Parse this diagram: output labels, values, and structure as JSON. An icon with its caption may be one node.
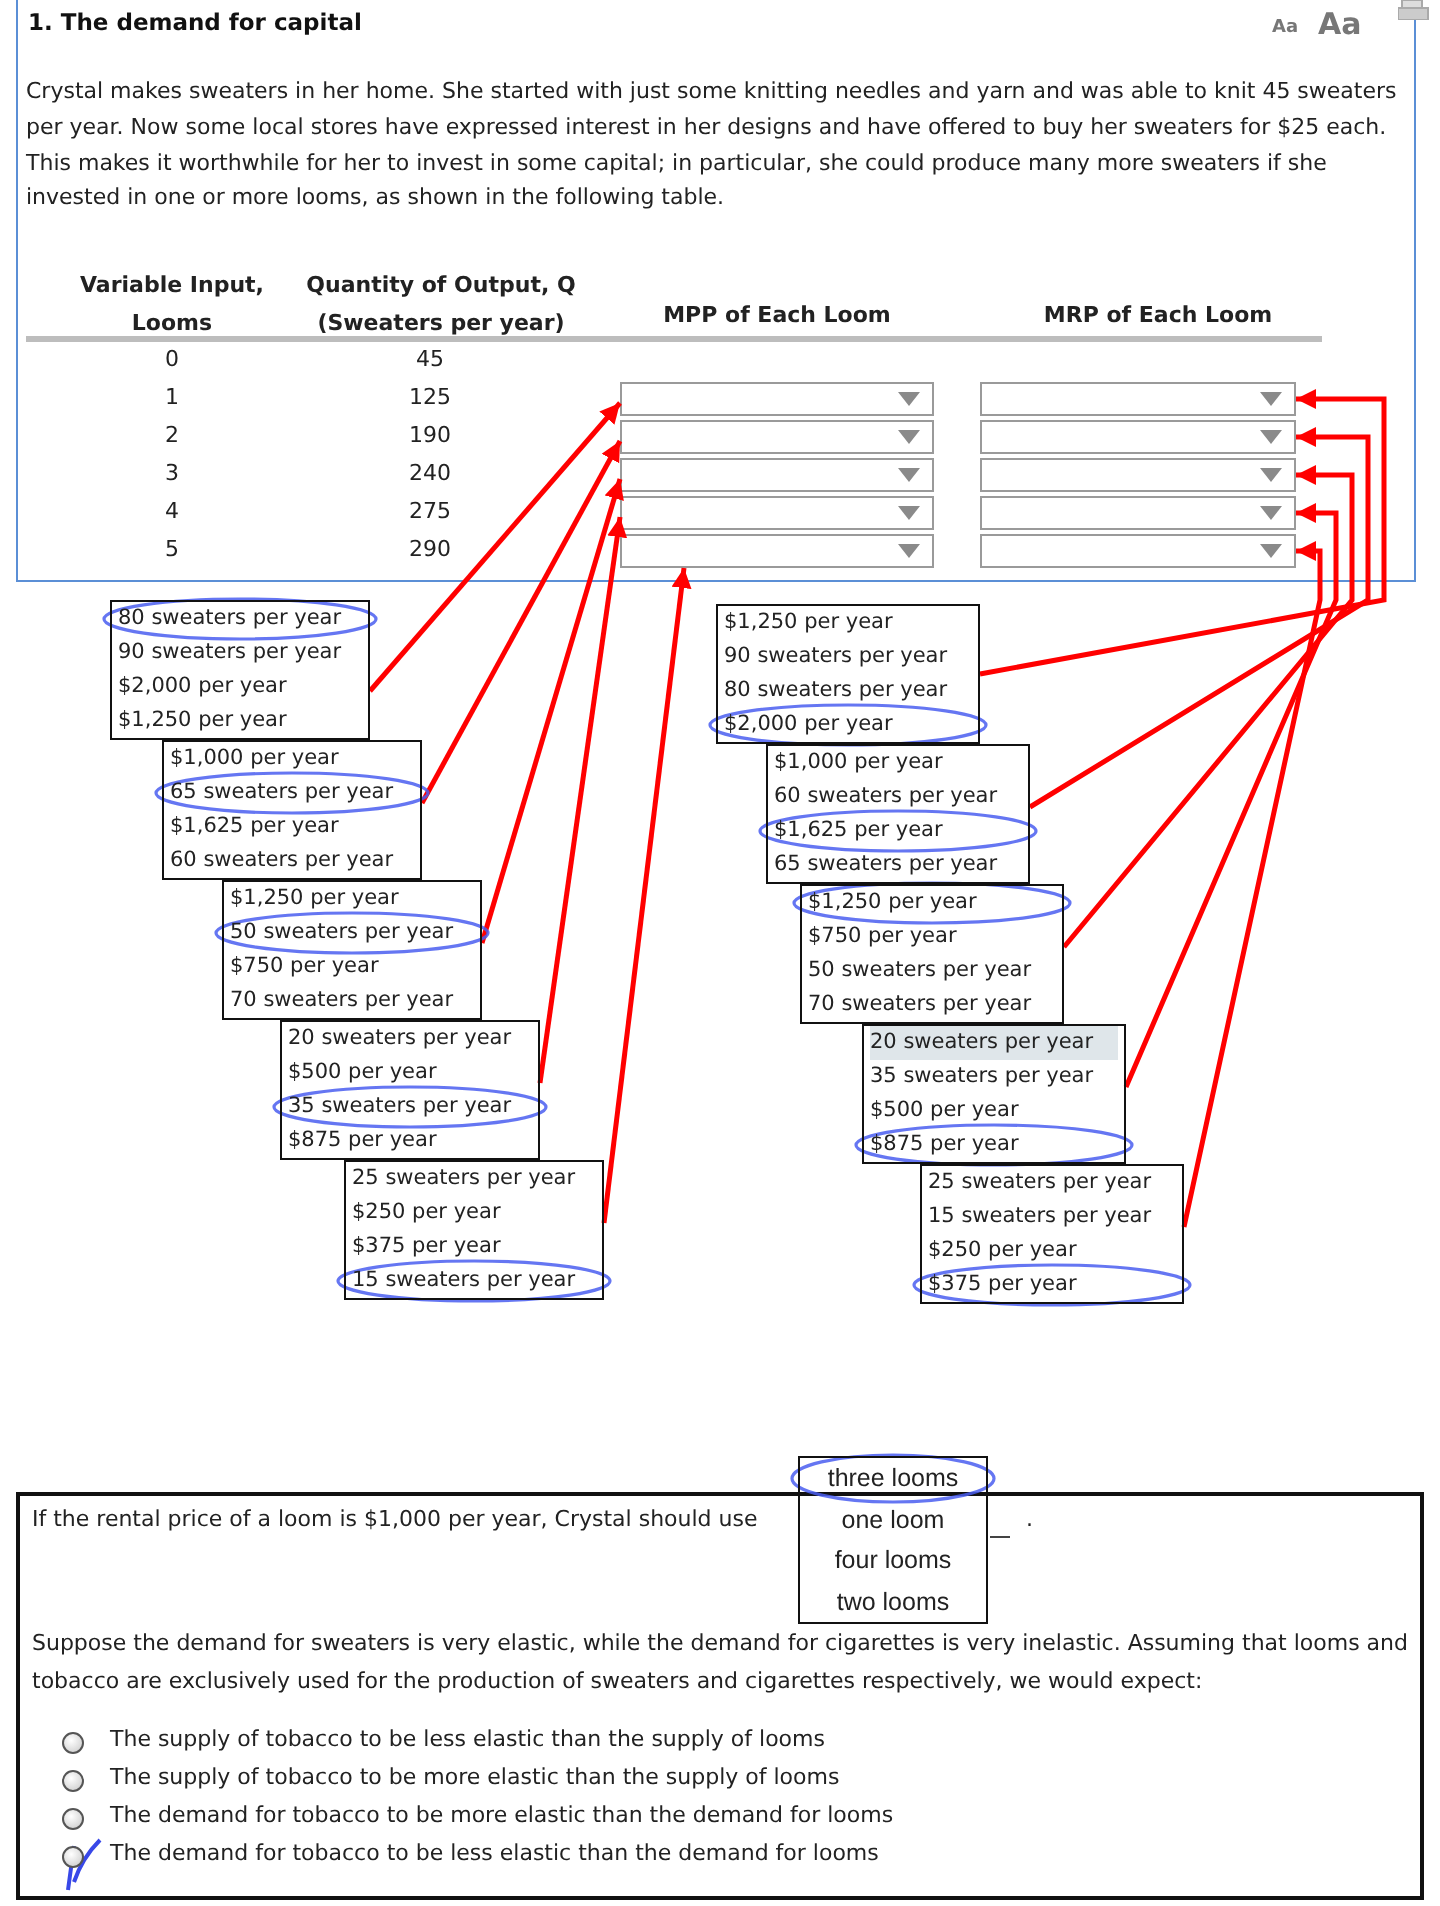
{
  "diagram": {
    "title": "1. The demand for capital",
    "nodes": [
      {
        "text": [],
        "shape": "box"
      },
      {
        "text": [],
        "shape": "box"
      },
      {
        "text": [],
        "shape": "box"
      },
      {
        "text": [],
        "shape": "box"
      },
      {
        "text": [],
        "shape": "box"
      },
      {
        "text": [],
        "shape": "box"
      },
      {
        "text": [],
        "shape": "box"
      },
      {
        "text": [],
        "shape": "box"
      },
      {
        "text": [],
        "shape": "box"
      },
      {
        "text": [],
        "shape": "box"
      },
      {
        "text": [
          "80 sweaters per year",
          "90 sweaters per year",
          "$2,000 per year",
          "$1,250 per year"
        ]
      },
      {
        "text": [
          "$1,000 per year",
          "65 sweaters per year",
          "$1,625 per year",
          "60 sweaters per year"
        ]
      },
      {
        "text": [
          "$1,250 per year",
          "50 sweaters per year",
          "$750 per year",
          "70 sweaters per year"
        ]
      },
      {
        "text": [
          "20 sweaters per year",
          "$500 per year",
          "35 sweaters per year",
          "$875 per year"
        ]
      },
      {
        "text": [
          "25 sweaters per year",
          "$250 per year",
          "$375 per year",
          "15 sweaters per year"
        ]
      },
      {
        "text": [
          "$1,250 per year",
          "90 sweaters per year",
          "80 sweaters per year",
          "$2,000 per year"
        ]
      },
      {
        "text": [
          "$1,000 per year",
          "60 sweaters per year",
          "$1,625 per year",
          "65 sweaters per year"
        ]
      },
      {
        "text": [
          "$1,250 per year",
          "$750 per year",
          "50 sweaters per year",
          "70 sweaters per year"
        ]
      },
      {
        "text": [
          "20 sweaters per year",
          "35 sweaters per year",
          "$500 per year",
          "$875 per year"
        ]
      },
      {
        "text": [
          "25 sweaters per year",
          "15 sweaters per year",
          "$250 per year",
          "$375 per year"
        ]
      },
      {
        "text": [
          "three looms",
          "one loom",
          "four looms",
          "two looms"
        ]
      }
    ],
    "edges": [
      {
        "from": 10,
        "to": 0,
        "arrow": "to"
      },
      {
        "from": 11,
        "to": 1,
        "arrow": "to"
      },
      {
        "from": 12,
        "to": 2,
        "arrow": "to"
      },
      {
        "from": 13,
        "to": 3,
        "arrow": "to"
      },
      {
        "from": 14,
        "to": 4,
        "arrow": "to"
      },
      {
        "from": 15,
        "to": 5,
        "arrow": "to"
      },
      {
        "from": 16,
        "to": 6,
        "arrow": "to"
      },
      {
        "from": 17,
        "to": 7,
        "arrow": "to"
      },
      {
        "from": 18,
        "to": 8,
        "arrow": "to"
      },
      {
        "from": 19,
        "to": 9,
        "arrow": "to"
      }
    ],
    "labels": [
      "Aa",
      "Aa",
      "Crystal makes sweaters in her home. She started with just some knitting needles and yarn and was able to knit 45 sweaters per year. Now some local stores have expressed interest in her designs and have offered to buy her sweaters for $25 each. This makes it worthwhile for her to invest in some capital; in particular, she could produce many more sweaters if she invested in one or more looms, as shown in the following table.",
      "Variable Input, Looms",
      "Quantity of Output, Q (Sweaters per year)",
      "MPP of Each Loom",
      "MRP of Each Loom",
      "0",
      "45",
      "1",
      "125",
      "2",
      "190",
      "3",
      "240",
      "4",
      "275",
      "5",
      "290",
      "If the rental price of a loom is $1,000 per year, Crystal should use",
      ".",
      "Suppose the demand for sweaters is very elastic, while the demand for cigarettes is very inelastic. Assuming that looms and tobacco are exclusively used for the production of sweaters and cigarettes respectively, we would expect:",
      "The supply of tobacco to be less elastic than the supply of looms",
      "The supply of tobacco to be more elastic than the supply of looms",
      "The demand for tobacco to be more elastic than the demand for looms",
      "The demand for tobacco to be less elastic than the demand for looms"
    ]
  }
}
